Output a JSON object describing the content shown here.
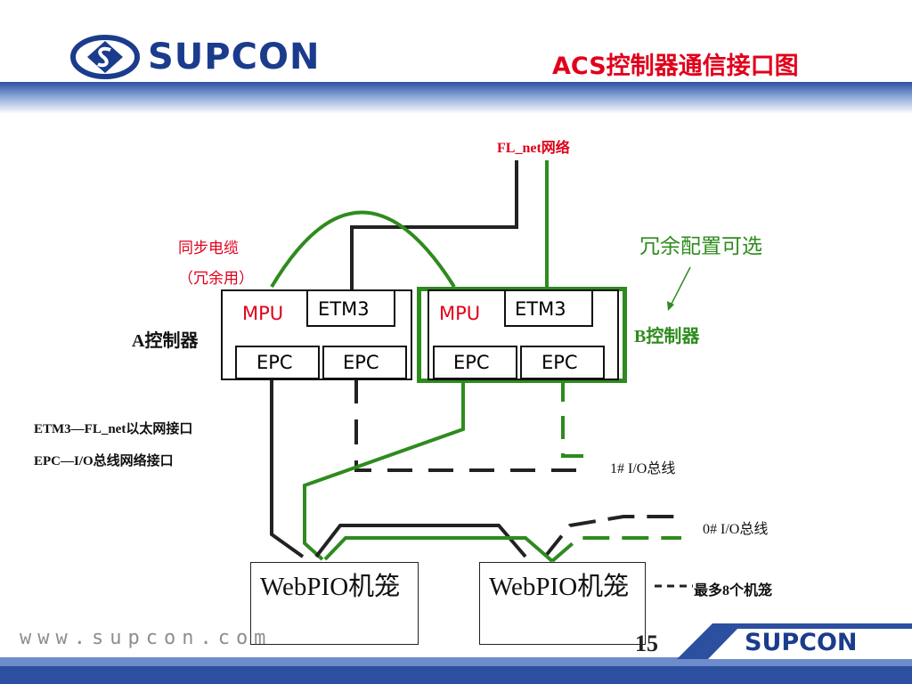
{
  "header": {
    "logo_text": "SUPCON",
    "title": "ACS控制器通信接口图"
  },
  "diagram": {
    "network_label": "FL_net网络",
    "sync_cable_line1": "同步电缆",
    "sync_cable_line2": "（冗余用）",
    "redundant_note": "冗余配置可选",
    "controller_a": {
      "label": "A控制器",
      "mpu": "MPU",
      "etm": "ETM3",
      "epc_left": "EPC",
      "epc_right": "EPC"
    },
    "controller_b": {
      "label": "B控制器",
      "mpu": "MPU",
      "etm": "ETM3",
      "epc_left": "EPC",
      "epc_right": "EPC"
    },
    "legend_etm": "ETM3—FL_net以太网接口",
    "legend_epc": "EPC—I/O总线网络接口",
    "bus1_label": "1# I/O总线",
    "bus0_label": "0# I/O总线",
    "max_racks_label": "最多8个机笼",
    "webpio_1": "WebPIO机笼",
    "webpio_2": "WebPIO机笼"
  },
  "footer": {
    "url": "www.supcon.com",
    "page_number": "15",
    "logo_text": "SUPCON"
  },
  "colors": {
    "brand_blue": "#1b3c8c",
    "title_red": "#e0001b",
    "green_line": "#2e8b1e",
    "black_line": "#222222"
  }
}
